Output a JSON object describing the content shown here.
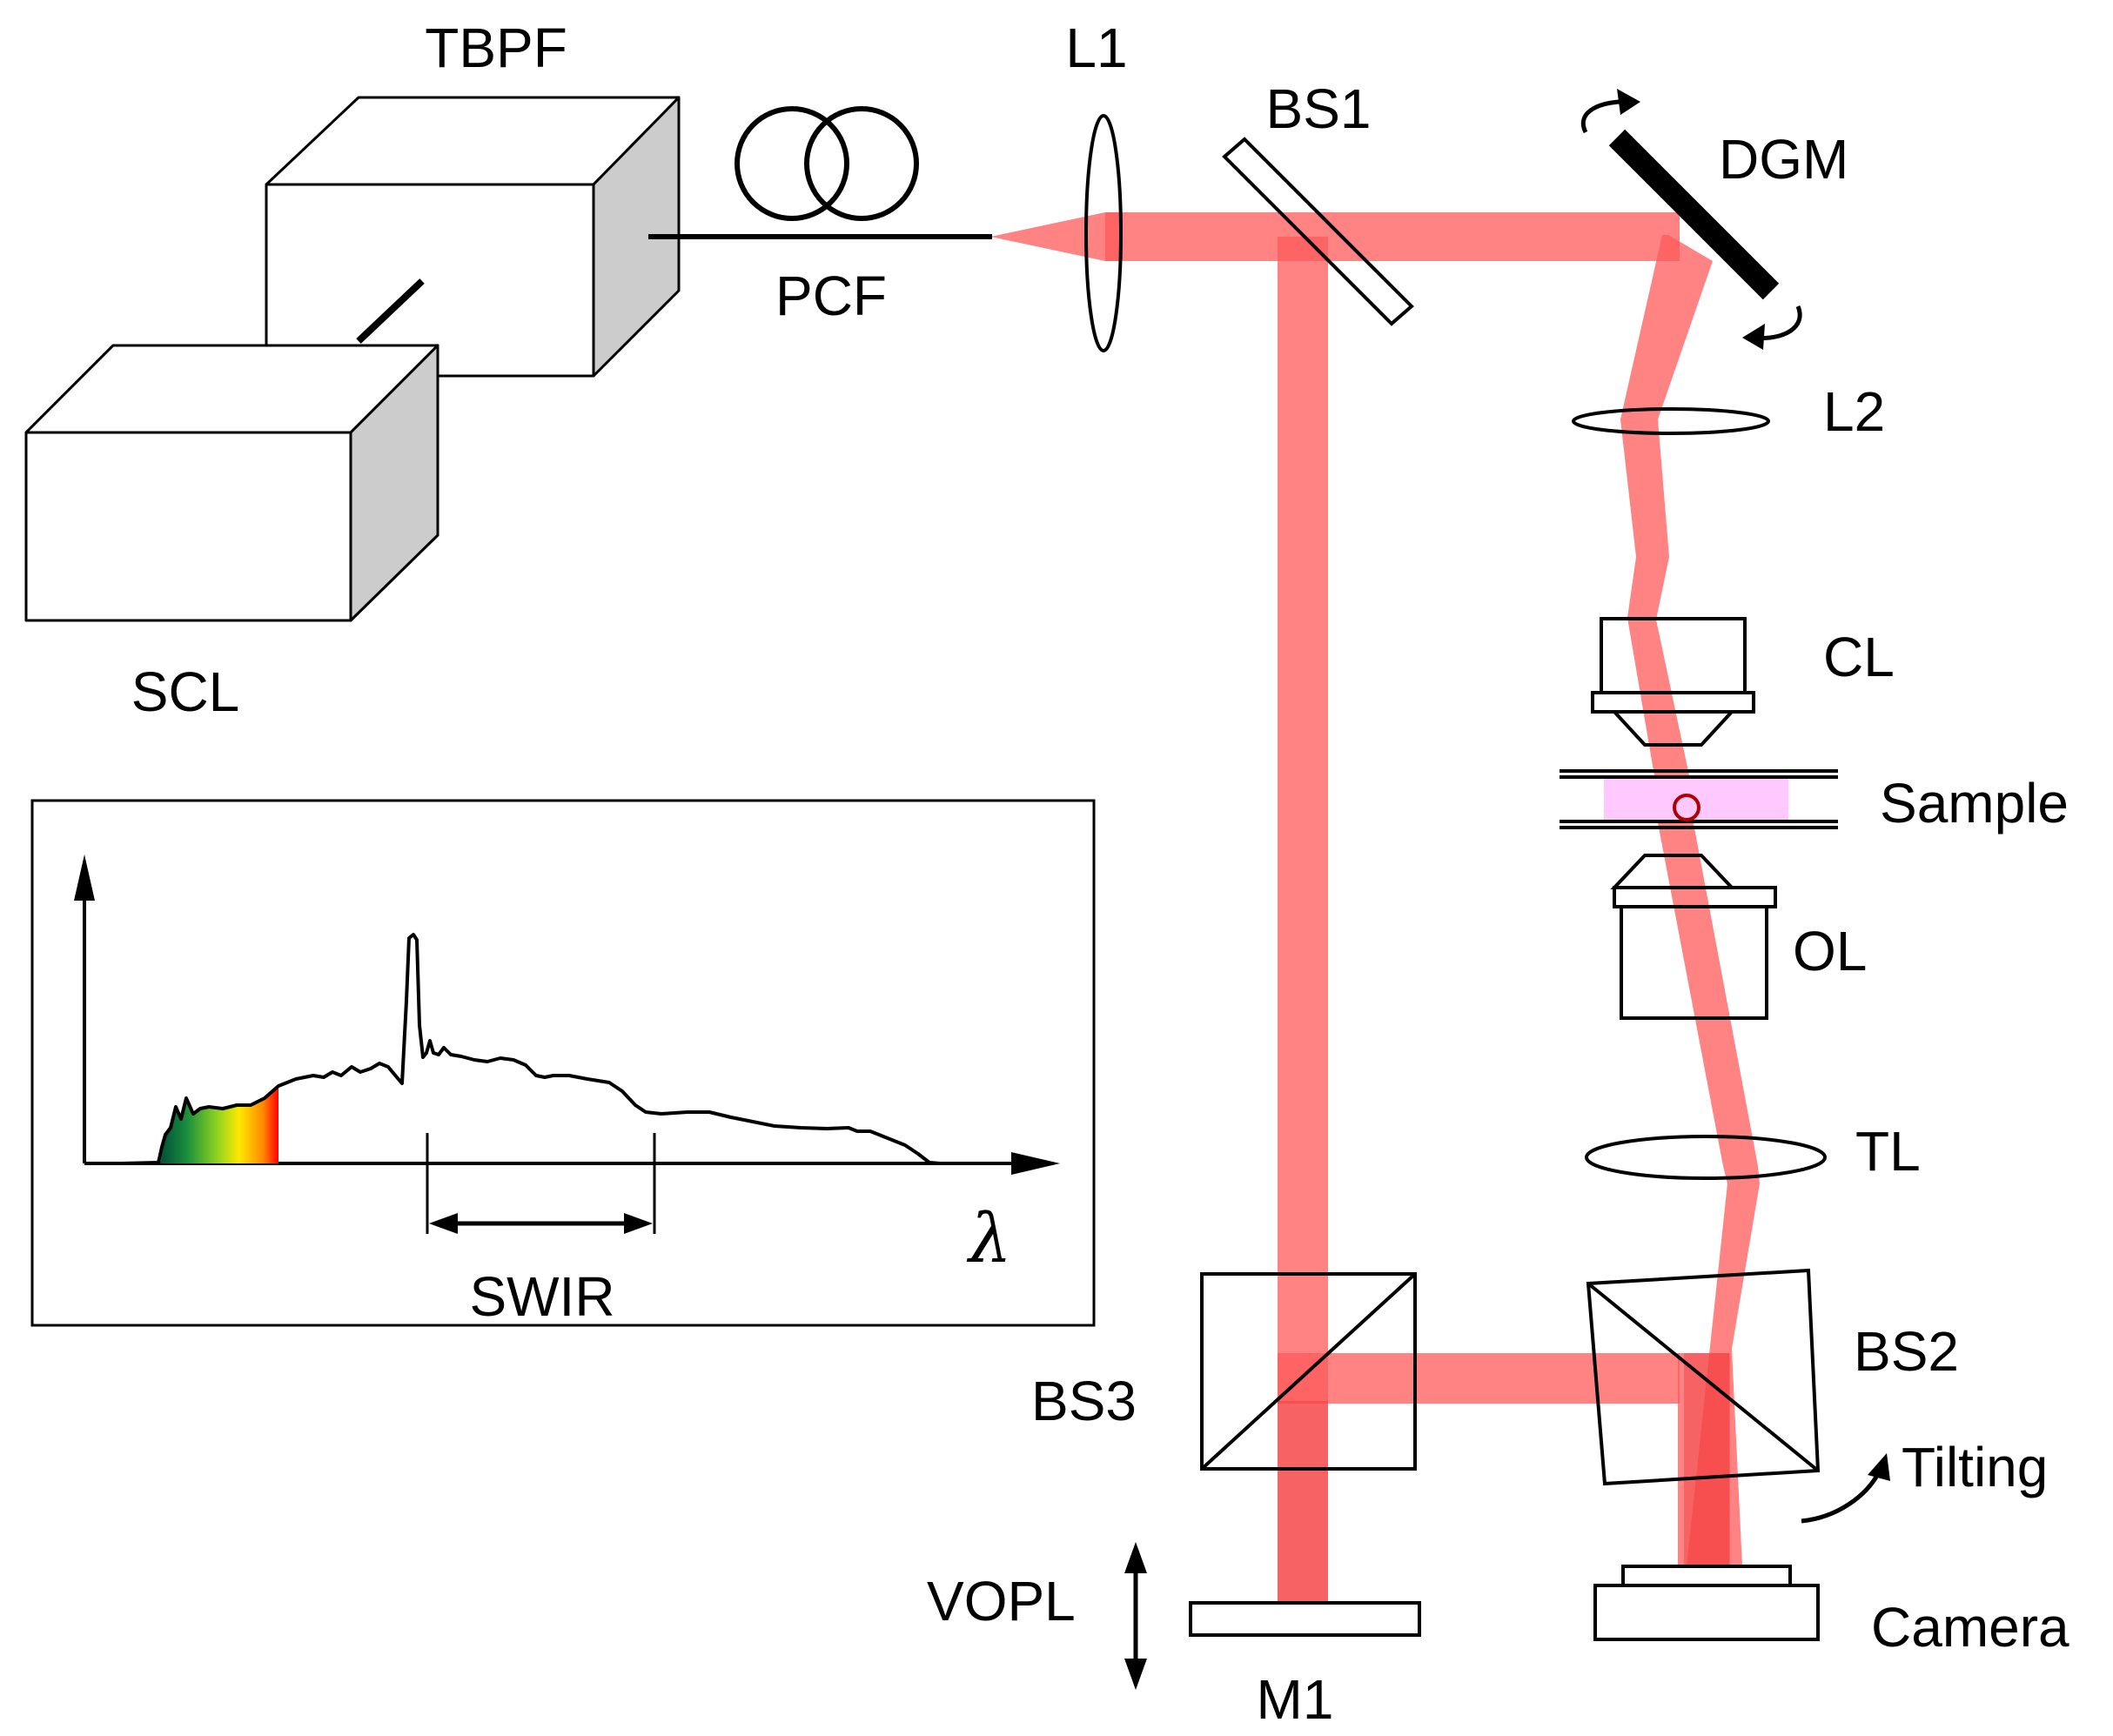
{
  "labels": {
    "tbpf": "TBPF",
    "scl": "SCL",
    "pcf": "PCF",
    "l1": "L1",
    "bs1": "BS1",
    "dgm": "DGM",
    "l2": "L2",
    "cl": "CL",
    "sample": "Sample",
    "ol": "OL",
    "tl": "TL",
    "bs2": "BS2",
    "tilting": "Tilting",
    "camera": "Camera",
    "bs3": "BS3",
    "vopl": "VOPL",
    "m1": "M1"
  },
  "inset": {
    "band_label": "SWIR",
    "axis_symbol": "λ"
  },
  "colors": {
    "beam": "#ff5a5a",
    "beam_dark": "#e8282c",
    "sample": "#ffc8ff",
    "cube_side": "#cccccc",
    "outline": "#000000"
  }
}
